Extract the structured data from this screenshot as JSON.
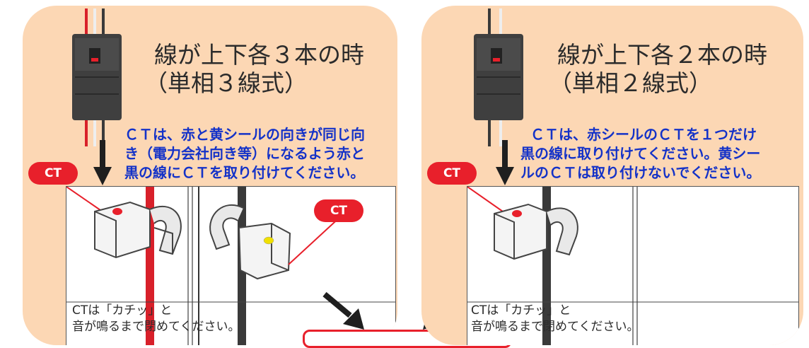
{
  "left": {
    "title_line1": "線が上下各３本の時",
    "title_line2": "（単相３線式）",
    "note_line1": "ＣＴは、赤と黄シールの向きが同じ向",
    "note_line2": "き（電力会社向き等）になるよう赤と",
    "note_line3": "黒の線にＣＴを取り付けてください。",
    "badge_left": "CT",
    "badge_right": "CT",
    "caption_line1": "CTは「カチッ」と",
    "caption_line2": "音が鳴るまで閉めてください。"
  },
  "right": {
    "title_line1": "線が上下各２本の時",
    "title_line2": "（単相２線式）",
    "note_line1": "ＣＴは、赤シールのＣＴを１つだけ",
    "note_line2": "黒の線に取り付けてください。黄シー",
    "note_line3": "ルのＣＴは取り付けないでください。",
    "badge": "CT",
    "caption_line1": "CTは「カチッ」と",
    "caption_line2": "音が鳴るまで閉めてください。"
  },
  "colors": {
    "panel_bg": "#fcd7b4",
    "note_text": "#1432c8",
    "badge_red": "#e8202b",
    "wire_red": "#d8202a",
    "wire_black": "#3a3a3a",
    "seal_yellow": "#f0e000"
  },
  "icons": [
    "breaker-icon",
    "down-arrow-icon",
    "diagonal-arrow-icon",
    "ct-clamp-icon"
  ]
}
